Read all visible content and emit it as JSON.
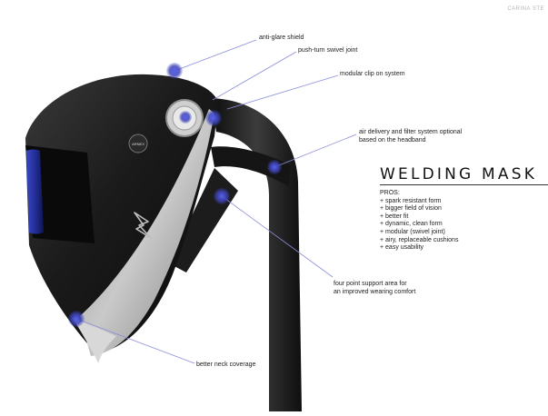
{
  "author": "CARINA STE",
  "title": "WELDING MASK",
  "pros": {
    "heading": "PROS:",
    "items": [
      "+ spark resistant form",
      "+ bigger field of vision",
      "+ better fit",
      "+ dynamic, clean form",
      "+ modular (swivel joint)",
      "+ airy, replaceable cushions",
      "+ easy usability"
    ]
  },
  "callouts": {
    "anti_glare": "anti-glare shield",
    "swivel_joint": "push-turn swivel joint",
    "modular_clip": "modular clip on system",
    "air_delivery": "air delivery and filter system optional\nbased on the headband",
    "support_area": "four point support area for\nan improved wearing comfort",
    "neck_coverage": "better neck coverage"
  },
  "mask": {
    "badge_text": "ARNEX",
    "accent_color": "#4a4fd6",
    "visor_color": "#1f2a8a"
  }
}
